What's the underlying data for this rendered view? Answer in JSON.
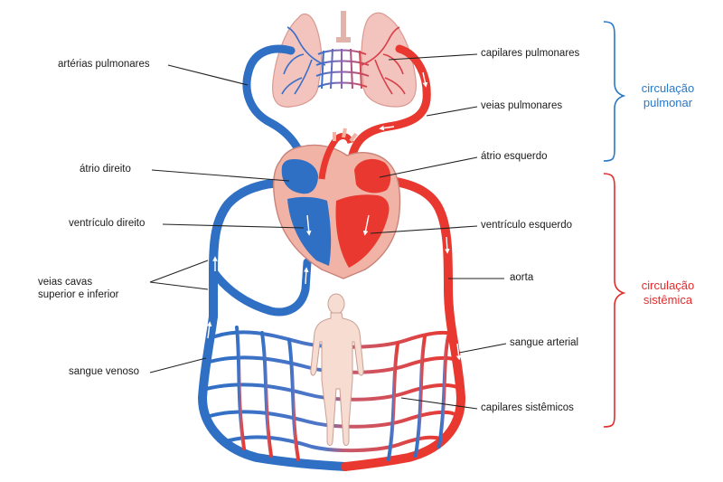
{
  "labels": {
    "arterias_pulmonares": "artérias pulmonares",
    "capilares_pulmonares": "capilares pulmonares",
    "veias_pulmonares": "veias pulmonares",
    "atrio_direito": "átrio direito",
    "atrio_esquerdo": "átrio esquerdo",
    "ventriculo_direito": "ventrículo direito",
    "ventriculo_esquerdo": "ventrículo esquerdo",
    "veias_cavas": "veias cavas\nsuperior e inferior",
    "aorta": "aorta",
    "sangue_arterial": "sangue arterial",
    "sangue_venoso": "sangue venoso",
    "capilares_sistemicos": "capilares sistêmicos"
  },
  "groups": {
    "pulmonar": "circulação\npulmonar",
    "sistemica": "circulação\nsistêmica"
  },
  "colors": {
    "venous": "#2f6fc4",
    "arterial": "#e8382f",
    "lung": "#f3c4bd",
    "heart": "#f1b3a6",
    "body": "#f7dcd2",
    "pulmonar_text": "#2a78c6",
    "sistemica_text": "#e42b2b"
  }
}
